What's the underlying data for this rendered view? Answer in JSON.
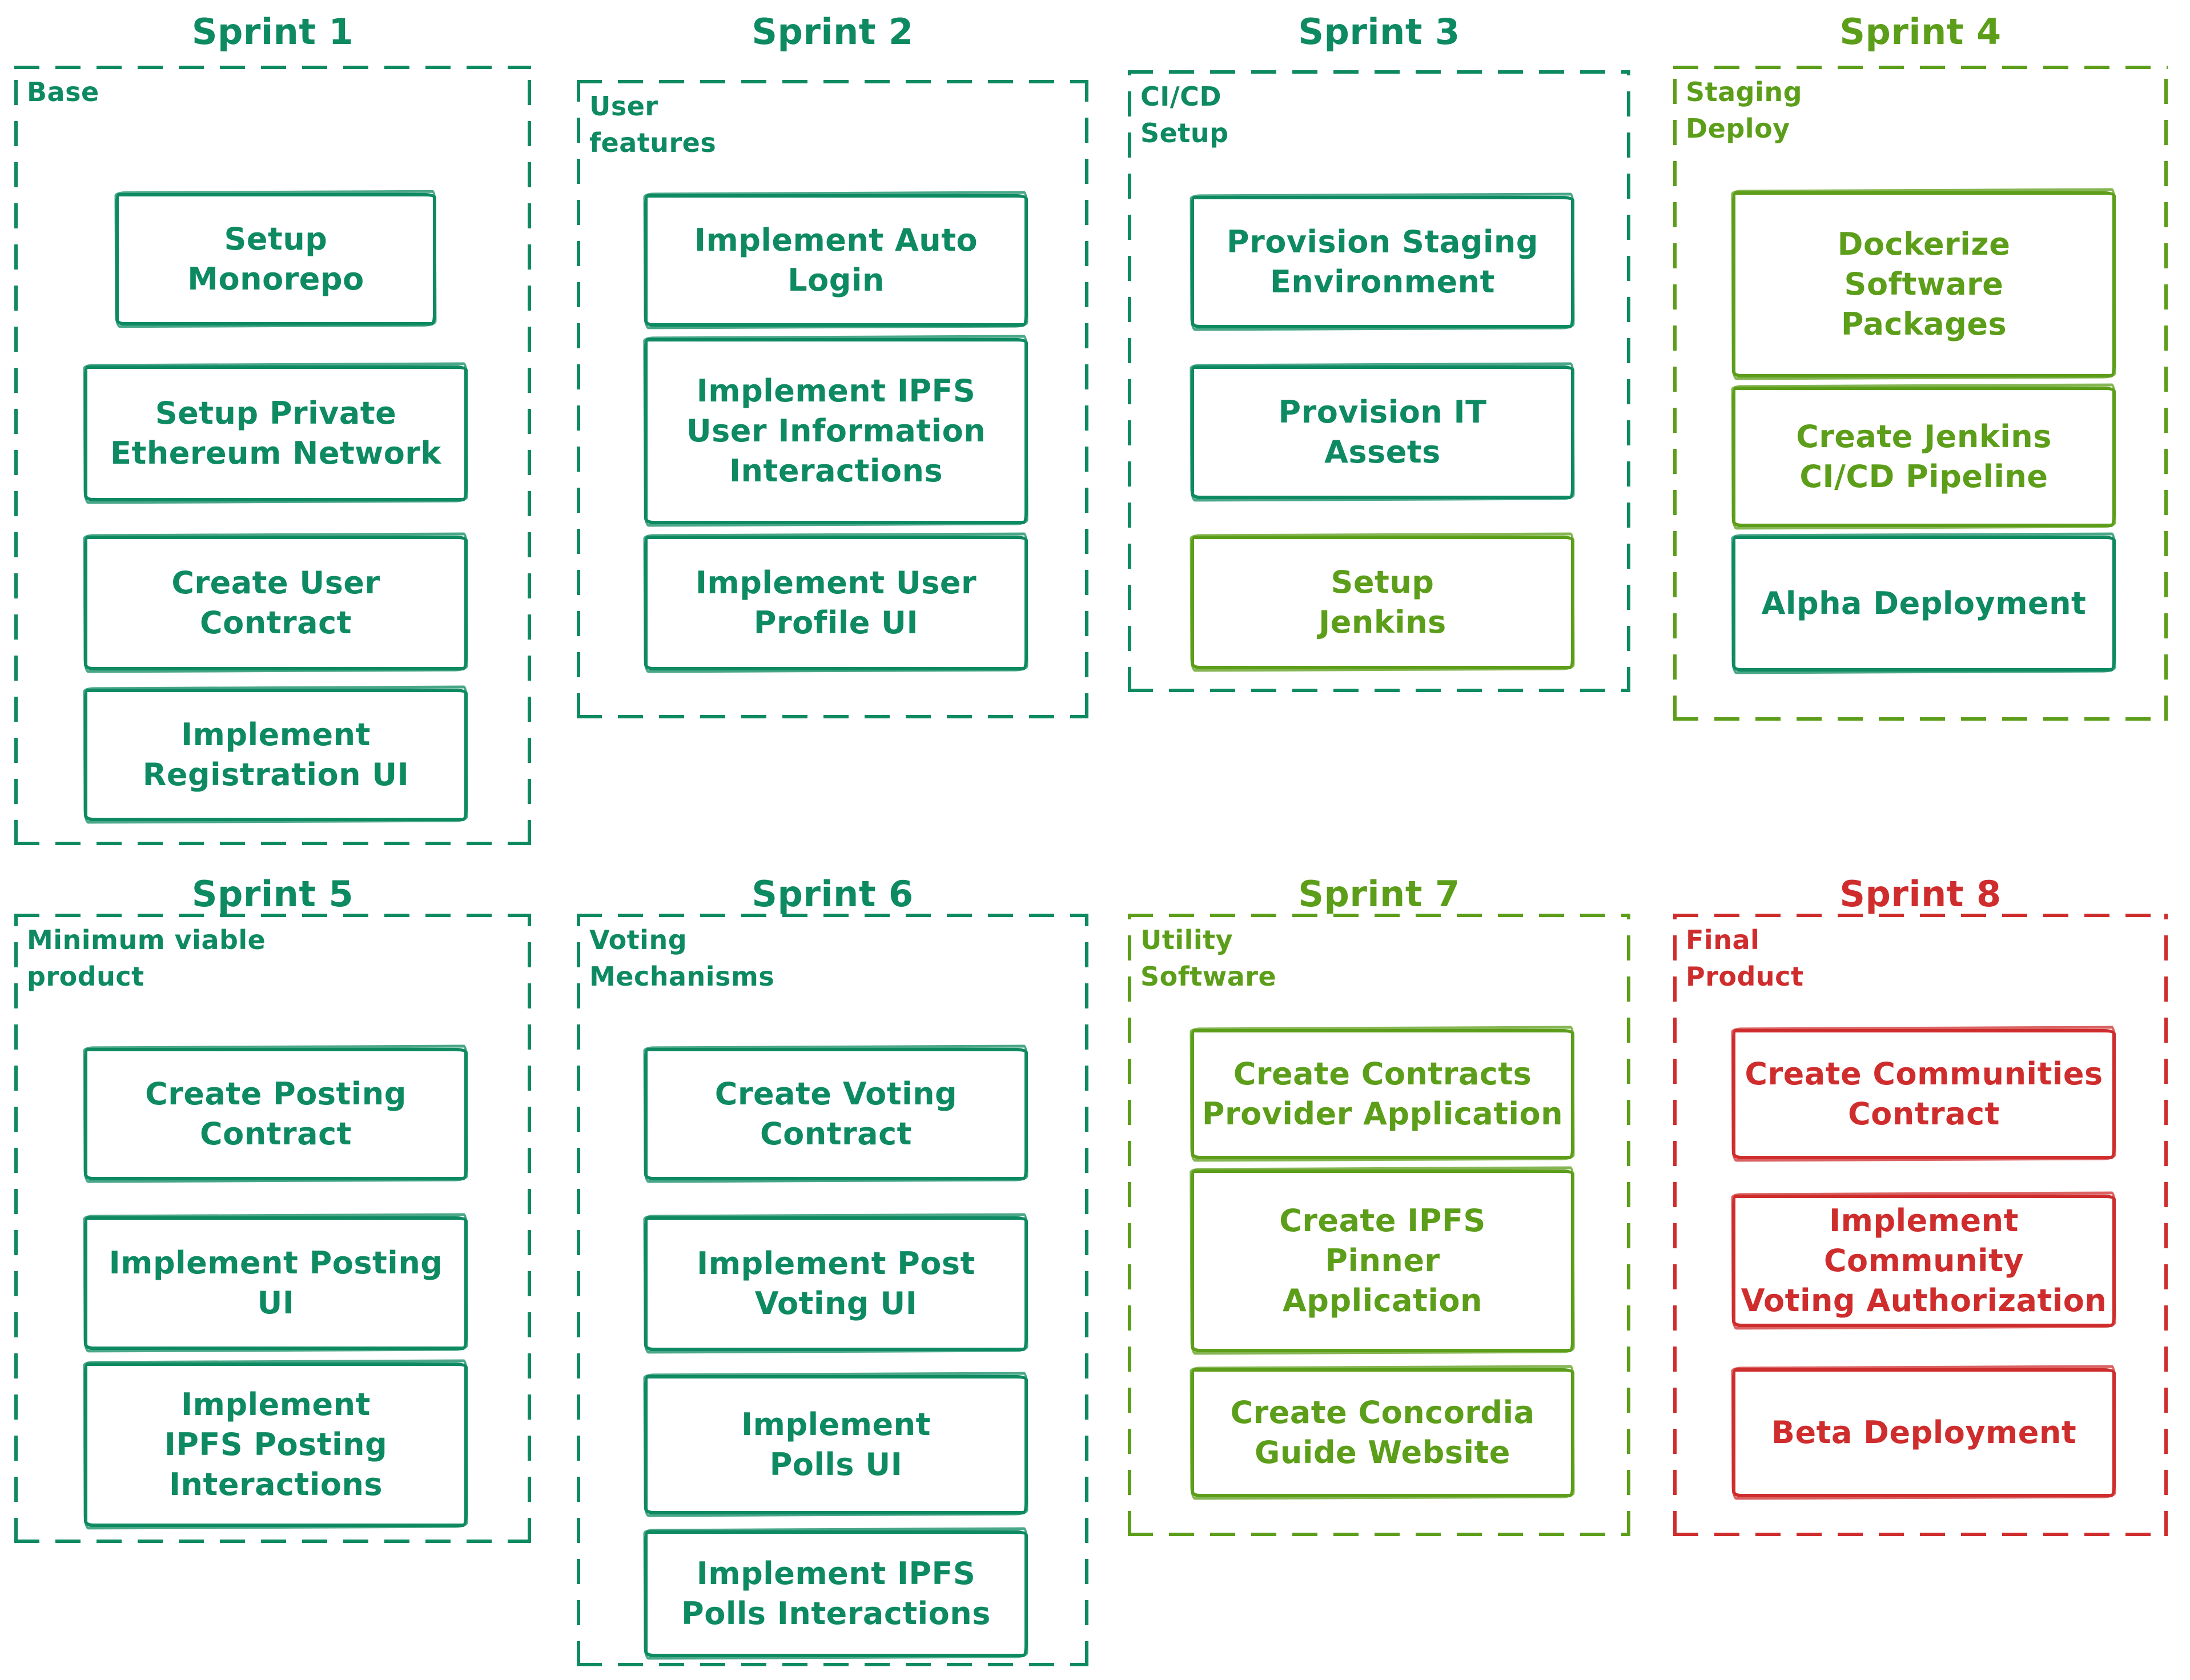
{
  "palette": {
    "teal": "#0e8a62",
    "olive": "#5c9e19",
    "red": "#cf2d2d",
    "canvas": "#ffffff"
  },
  "sprints": [
    {
      "title": "Sprint 1",
      "label": "Base",
      "color": "#0e8a62",
      "tasks": [
        {
          "label": "Setup\nMonorepo"
        },
        {
          "label": "Setup Private\nEthereum Network"
        },
        {
          "label": "Create User\nContract"
        },
        {
          "label": "Implement\nRegistration UI"
        }
      ]
    },
    {
      "title": "Sprint 2",
      "label": "User\nfeatures",
      "color": "#0e8a62",
      "tasks": [
        {
          "label": "Implement Auto\nLogin"
        },
        {
          "label": "Implement IPFS\nUser Information\nInteractions"
        },
        {
          "label": "Implement User\nProfile UI"
        }
      ]
    },
    {
      "title": "Sprint 3",
      "label": "CI/CD\nSetup",
      "color": "#0e8a62",
      "tasks": [
        {
          "label": "Provision Staging\nEnvironment"
        },
        {
          "label": "Provision IT\nAssets"
        },
        {
          "label": "Setup\nJenkins",
          "color": "#5c9e19"
        }
      ]
    },
    {
      "title": "Sprint 4",
      "label": "Staging\nDeploy",
      "color": "#5c9e19",
      "tasks": [
        {
          "label": "Dockerize\nSoftware\nPackages"
        },
        {
          "label": "Create Jenkins\nCI/CD Pipeline"
        },
        {
          "label": "Alpha Deployment",
          "color": "#0e8a62"
        }
      ]
    },
    {
      "title": "Sprint 5",
      "label": "Minimum viable\nproduct",
      "color": "#0e8a62",
      "tasks": [
        {
          "label": "Create Posting\nContract"
        },
        {
          "label": "Implement Posting\nUI"
        },
        {
          "label": "Implement\nIPFS Posting\nInteractions"
        }
      ]
    },
    {
      "title": "Sprint 6",
      "label": "Voting\nMechanisms",
      "color": "#0e8a62",
      "tasks": [
        {
          "label": "Create Voting\nContract"
        },
        {
          "label": "Implement Post\nVoting UI"
        },
        {
          "label": "Implement\nPolls UI"
        },
        {
          "label": "Implement IPFS\nPolls Interactions"
        }
      ]
    },
    {
      "title": "Sprint 7",
      "label": "Utility\nSoftware",
      "color": "#5c9e19",
      "tasks": [
        {
          "label": "Create Contracts\nProvider Application"
        },
        {
          "label": "Create IPFS\nPinner\nApplication"
        },
        {
          "label": "Create Concordia\nGuide Website"
        }
      ]
    },
    {
      "title": "Sprint 8",
      "label": "Final\nProduct",
      "color": "#cf2d2d",
      "tasks": [
        {
          "label": "Create Communities\nContract"
        },
        {
          "label": "Implement Community\nVoting Authorization"
        },
        {
          "label": "Beta Deployment"
        }
      ]
    }
  ]
}
